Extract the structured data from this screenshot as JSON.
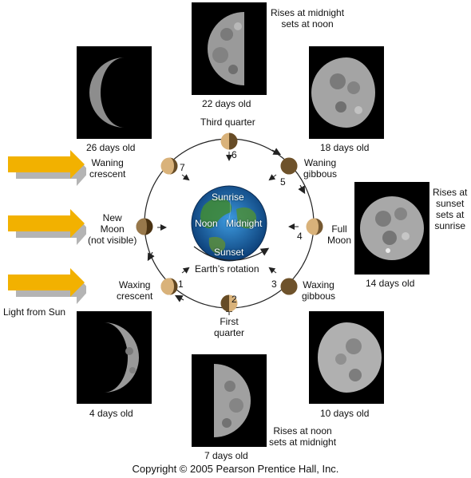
{
  "diagram": {
    "light_label": "Light from Sun",
    "earth": {
      "sunrise": "Sunrise",
      "noon": "Noon",
      "midnight": "Midnight",
      "sunset": "Sunset",
      "rotation": "Earth’s rotation"
    },
    "phases": [
      {
        "number": "1",
        "name_line1": "Waxing",
        "name_line2": "crescent",
        "age": "4 days old"
      },
      {
        "number": "2",
        "name_line1": "First",
        "name_line2": "quarter",
        "age": "7 days old",
        "rise_line1": "Rises at noon",
        "rise_line2": "sets at midnight"
      },
      {
        "number": "3",
        "name_line1": "Waxing",
        "name_line2": "gibbous",
        "age": "10 days old"
      },
      {
        "number": "4",
        "name_line1": "Full",
        "name_line2": "Moon",
        "age": "14 days old",
        "rise_line1": "Rises at",
        "rise_line2": "sunset",
        "rise_line3": "sets at",
        "rise_line4": "sunrise"
      },
      {
        "number": "5",
        "name_line1": "Waning",
        "name_line2": "gibbous",
        "age": "18 days old"
      },
      {
        "number": "6",
        "name_line1": "Third quarter",
        "age": "22 days old",
        "rise_line1": "Rises at midnight",
        "rise_line2": "sets at noon"
      },
      {
        "number": "7",
        "name_line1": "Waning",
        "name_line2": "crescent",
        "age": "26 days old"
      }
    ],
    "new_moon": {
      "line1": "New",
      "line2": "Moon",
      "line3": "(not visible)"
    },
    "copyright": "Copyright © 2005 Pearson Prentice Hall, Inc.",
    "colors": {
      "sun_arrow": "#f2b100",
      "sun_arrow_shadow": "#b4b4b4",
      "orbit": "#222222",
      "moon_lit": "#d9b27a",
      "moon_dark": "#4a3212",
      "earth_ocean": "#1e6fae",
      "earth_land": "#3f8a3a",
      "photo_bg": "#000000"
    }
  }
}
